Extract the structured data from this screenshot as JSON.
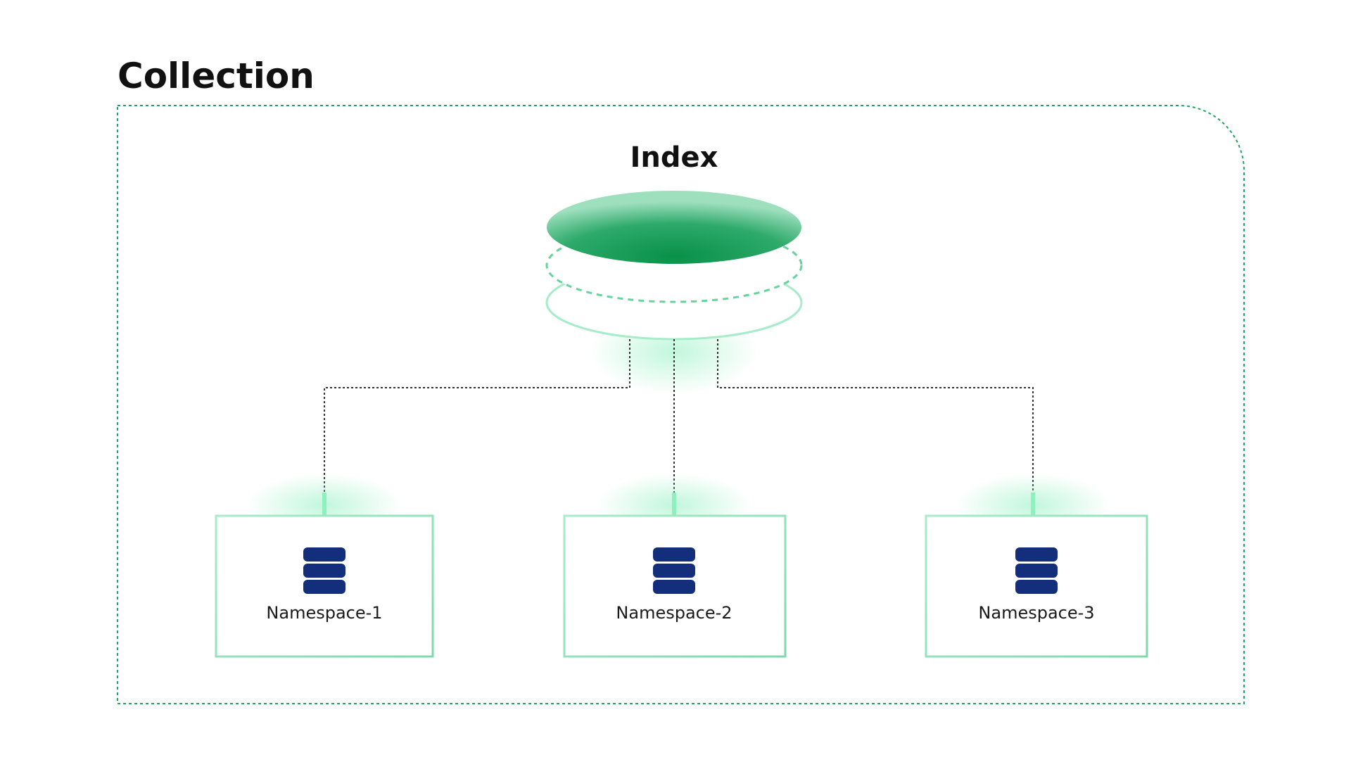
{
  "collection": {
    "title": "Collection"
  },
  "index": {
    "title": "Index"
  },
  "namespaces": [
    {
      "label": "Namespace-1",
      "icon": "database-stack-icon"
    },
    {
      "label": "Namespace-2",
      "icon": "database-stack-icon"
    },
    {
      "label": "Namespace-3",
      "icon": "database-stack-icon"
    }
  ],
  "colors": {
    "accent": "#0c9650",
    "accent_light": "#9ce8c3",
    "border_dashed": "#22a35f",
    "icon": "#132f7c",
    "connector": "#333333"
  }
}
